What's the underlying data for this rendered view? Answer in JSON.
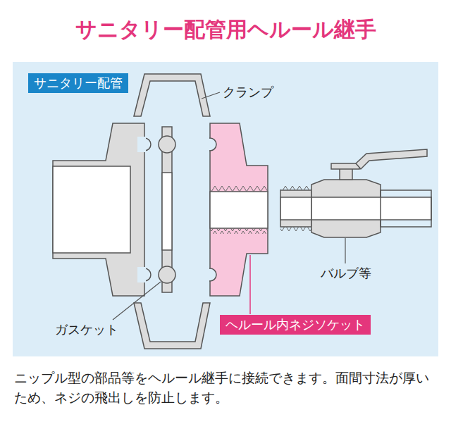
{
  "diagram": {
    "title": "サニタリー配管用ヘルール継手",
    "caption": "ニップル型の部品等をヘルール継手に接続できます。面間寸法が厚いため、ネジの飛出しを防止します。",
    "nodes": [
      {
        "text": [
          "サニタリー配管"
        ]
      },
      {
        "text": [
          "ヘルール内ネジソケット"
        ]
      }
    ],
    "labels": [
      "クランプ",
      "ガスケット",
      "バルブ等"
    ]
  }
}
